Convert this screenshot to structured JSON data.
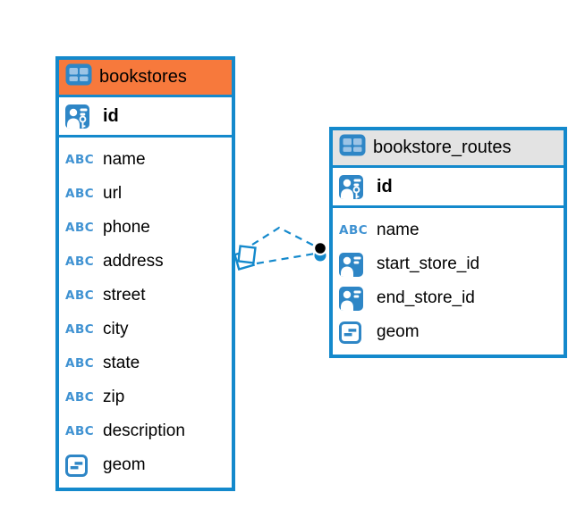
{
  "colors": {
    "canvas_bg": "#ffffff",
    "table_border": "#1489CC",
    "bookstores_header": "#F7793C",
    "routes_header": "#E3E3E3",
    "icon_blue": "#2E86C6",
    "icon_cell_blue": "#9CC4E6",
    "text_icon_blue": "#3F92D2",
    "relation_line": "#1489CC",
    "relation_dot": "#000000"
  },
  "type_icon_labels": {
    "text": "ABC"
  },
  "tables": [
    {
      "title": "bookstores",
      "header_style": "orange",
      "header_icon": "table-icon",
      "primary_key": {
        "name": "id",
        "icon": "person-card-key-icon"
      },
      "columns": [
        {
          "name": "name",
          "type": "text"
        },
        {
          "name": "url",
          "type": "text"
        },
        {
          "name": "phone",
          "type": "text"
        },
        {
          "name": "address",
          "type": "text"
        },
        {
          "name": "street",
          "type": "text"
        },
        {
          "name": "city",
          "type": "text"
        },
        {
          "name": "state",
          "type": "text"
        },
        {
          "name": "zip",
          "type": "text"
        },
        {
          "name": "description",
          "type": "text"
        },
        {
          "name": "geom",
          "type": "geometry"
        }
      ]
    },
    {
      "title": "bookstore_routes",
      "header_style": "gray",
      "header_icon": "table-icon",
      "primary_key": {
        "name": "id",
        "icon": "person-card-key-icon"
      },
      "columns": [
        {
          "name": "name",
          "type": "text"
        },
        {
          "name": "start_store_id",
          "type": "reference"
        },
        {
          "name": "end_store_id",
          "type": "reference"
        },
        {
          "name": "geom",
          "type": "geometry"
        }
      ]
    }
  ],
  "relation": {
    "from_table": "bookstores",
    "to_table": "bookstore_routes",
    "line_style": "dashed",
    "source_marker": "stacked-squares-marker",
    "target_marker": "black-dot-marker"
  }
}
